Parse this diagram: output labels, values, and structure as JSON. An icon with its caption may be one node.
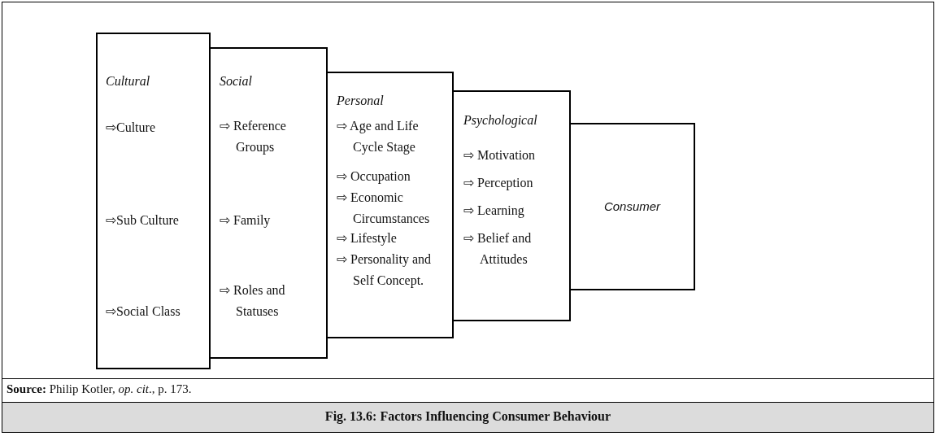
{
  "diagram": {
    "caption": "Fig. 13.6: Factors Influencing Consumer Behaviour",
    "nodes": [
      {
        "text": [
          "Cultural",
          "⇨Culture",
          "⇨Sub Culture",
          "⇨Social Class"
        ]
      },
      {
        "text": [
          "Social",
          "⇨ Reference Groups",
          "⇨ Family",
          "⇨ Roles and Statuses"
        ]
      },
      {
        "text": [
          "Personal",
          "⇨ Age and Life Cycle Stage",
          "⇨ Occupation",
          "⇨ Economic Circumstances",
          "⇨ Lifestyle",
          "⇨ Personality and Self Concept."
        ]
      },
      {
        "text": [
          "Psychological",
          "⇨ Motivation",
          "⇨ Perception",
          "⇨ Learning",
          "⇨ Belief and Attitudes"
        ]
      },
      {
        "text": [
          "Consumer"
        ]
      }
    ],
    "labels": [
      "**Source:** Philip Kotler, *op. cit*., p. 173."
    ]
  }
}
